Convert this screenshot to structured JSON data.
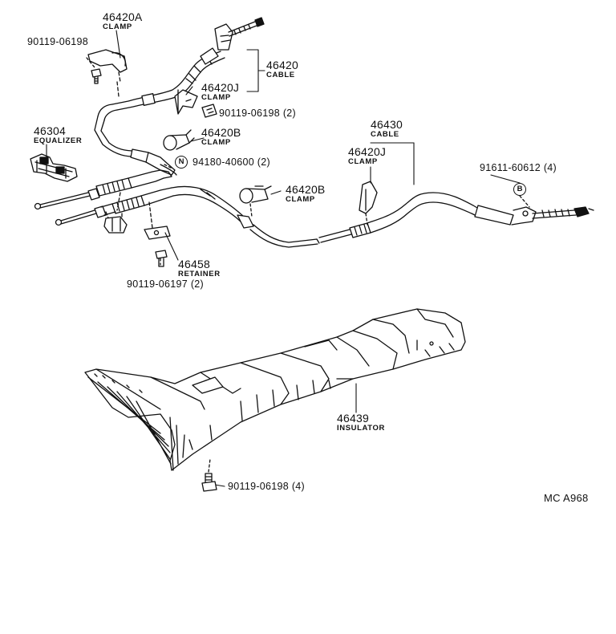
{
  "parts": {
    "p46420a": {
      "number": "46420A",
      "name": "CLAMP"
    },
    "p46420": {
      "number": "46420",
      "name": "CABLE"
    },
    "p46420j_top": {
      "number": "46420J",
      "name": "CLAMP"
    },
    "p46304": {
      "number": "46304",
      "name": "EQUALIZER"
    },
    "p46420b_top": {
      "number": "46420B",
      "name": "CLAMP"
    },
    "p46430": {
      "number": "46430",
      "name": "CABLE"
    },
    "p46420j_right": {
      "number": "46420J",
      "name": "CLAMP"
    },
    "p46420b_mid": {
      "number": "46420B",
      "name": "CLAMP"
    },
    "p46458": {
      "number": "46458",
      "name": "RETAINER"
    },
    "p46439": {
      "number": "46439",
      "name": "INSULATOR"
    }
  },
  "bolts": {
    "b1": "90119-06198",
    "b2": "90119-06198 (2)",
    "b3": "94180-40600 (2)",
    "b4": "91611-60612 (4)",
    "b5": "90119-06197 (2)",
    "b6": "90119-06198 (4)"
  },
  "markers": {
    "n": "N",
    "b": "B"
  },
  "diagram_code": "MC A968",
  "colors": {
    "ink": "#111111",
    "paper": "#ffffff"
  }
}
